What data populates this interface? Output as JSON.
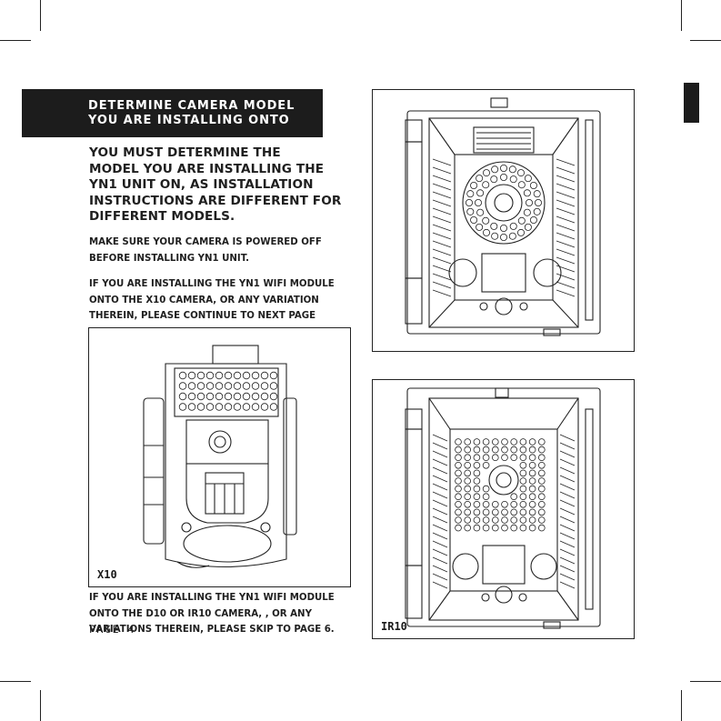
{
  "header": {
    "line1": "DETERMINE CAMERA MODEL",
    "line2": "YOU ARE INSTALLING ONTO"
  },
  "heading": "YOU MUST DETERMINE THE\nMODEL YOU ARE INSTALLING THE\nYN1 UNIT ON, AS INSTALLATION\nINSTRUCTIONS ARE DIFFERENT FOR\nDIFFERENT MODELS.",
  "paragraph_power": "MAKE SURE YOUR CAMERA IS POWERED OFF\nBEFORE INSTALLING YN1 UNIT.",
  "paragraph_x10": "IF YOU ARE INSTALLING THE YN1 WIFI MODULE\nONTO THE X10 CAMERA, OR ANY VARIATION\nTHEREIN, PLEASE CONTINUE TO NEXT PAGE",
  "paragraph_d10": "IF YOU ARE INSTALLING THE YN1 WIFI MODULE\nONTO THE D10 OR IR10 CAMERA, , OR ANY\nVARIATIONS THEREIN, PLEASE SKIP TO PAGE 6.",
  "figures": {
    "x10_caption": "X10",
    "ir10_caption": "IR10",
    "d10_caption": ""
  },
  "page_number": "PAGE 4",
  "colors": {
    "ink": "#1c1c1c",
    "paper": "#ffffff"
  }
}
